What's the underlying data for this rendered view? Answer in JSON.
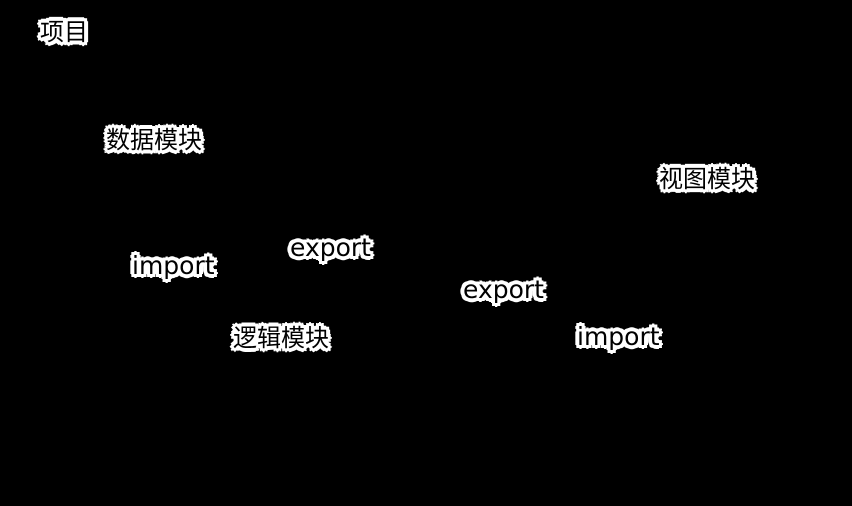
{
  "diagram": {
    "root": {
      "label": "项目"
    },
    "nodes": [
      {
        "id": "data",
        "label": "数据模块"
      },
      {
        "id": "view",
        "label": "视图模块"
      },
      {
        "id": "logic",
        "label": "逻辑模块"
      }
    ],
    "edge_labels": [
      {
        "label": "import"
      },
      {
        "label": "export"
      },
      {
        "label": "export"
      },
      {
        "label": "import"
      }
    ]
  },
  "colors": {
    "background": "#000000",
    "label_text": "#000000",
    "label_outline": "#ffffff"
  }
}
